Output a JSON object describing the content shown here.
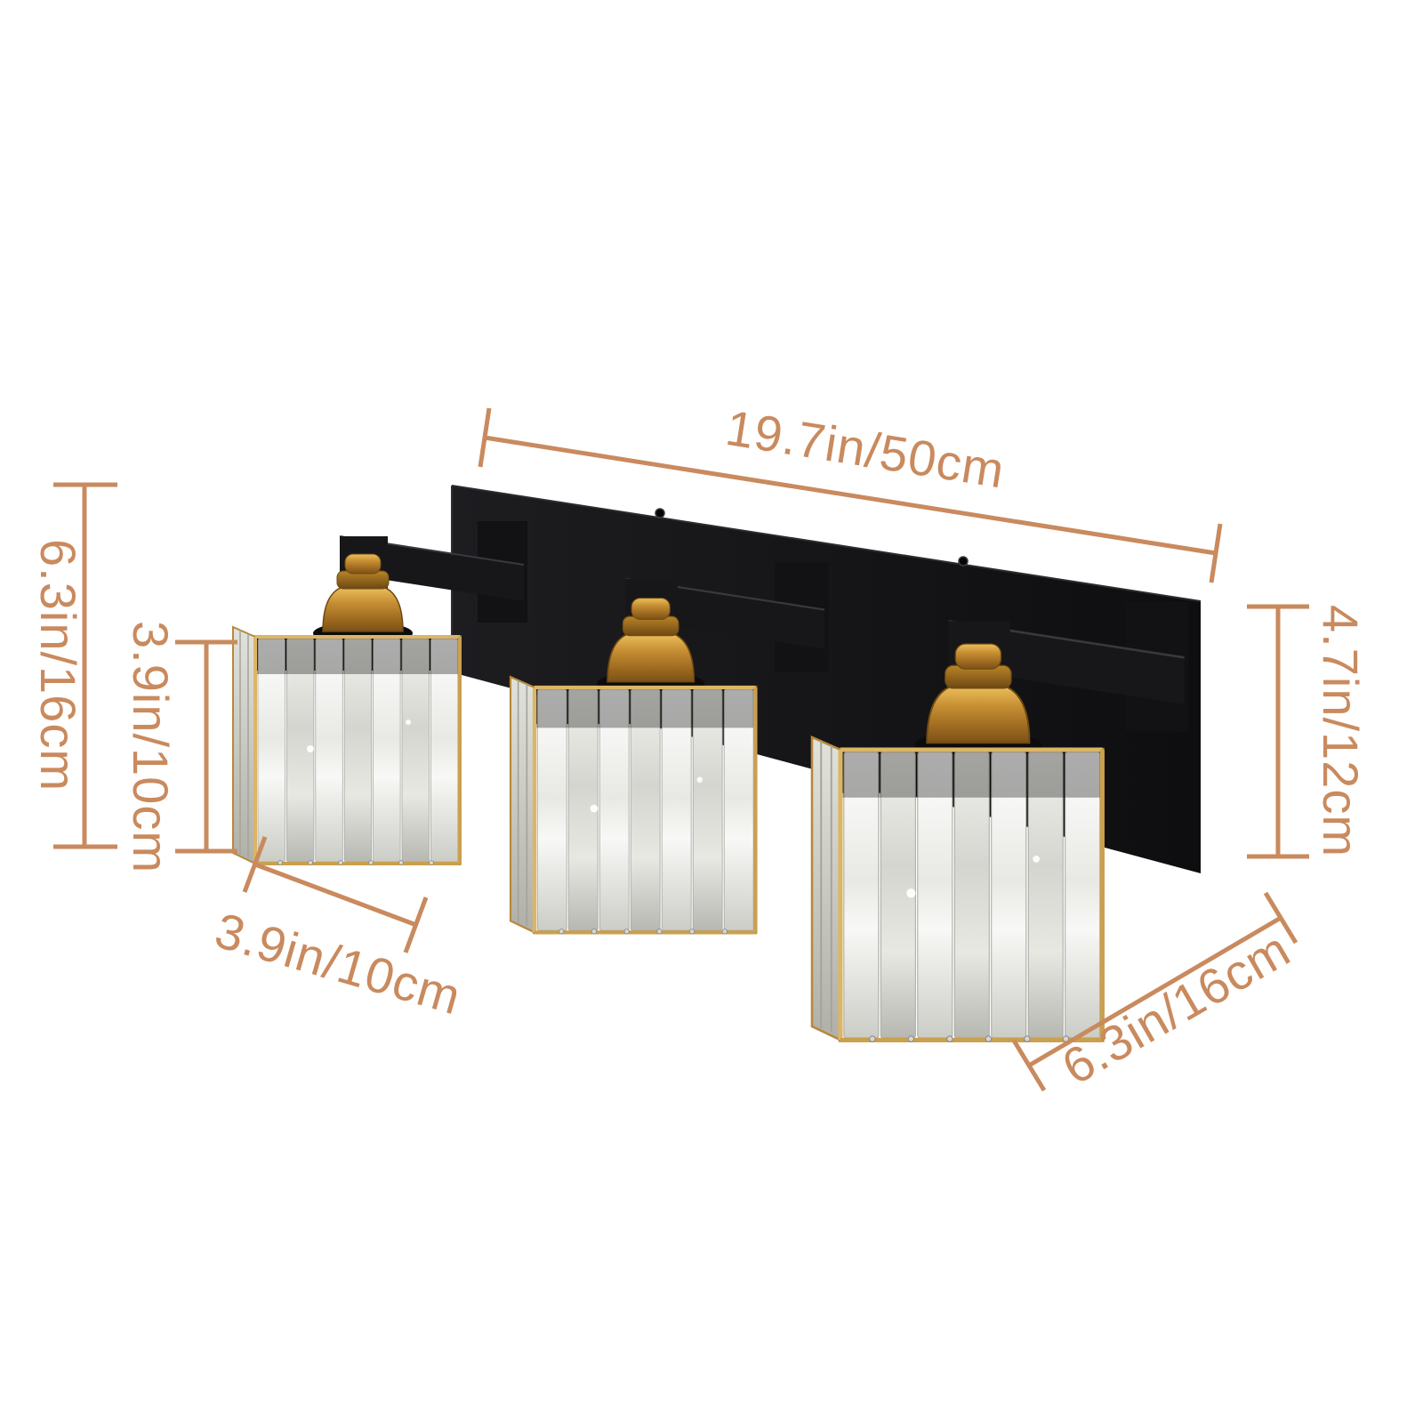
{
  "image": {
    "type": "product dimension diagram",
    "background": "#ffffff"
  },
  "annotations": {
    "color": "#c98a5e",
    "labels": {
      "overall_width": "19.7in/50cm",
      "overall_height": "6.3in/16cm",
      "shade_height": "3.9in/10cm",
      "shade_width": "3.9in/10cm",
      "backplate_height": "4.7in/12cm",
      "overall_depth": "6.3in/16cm"
    }
  },
  "fixture": {
    "lights_count": 3,
    "colors": {
      "frame_black": "#17171a",
      "brass": "#c2882f",
      "gold_trim": "#b5893b",
      "crystal": "#f0f0ec"
    }
  }
}
